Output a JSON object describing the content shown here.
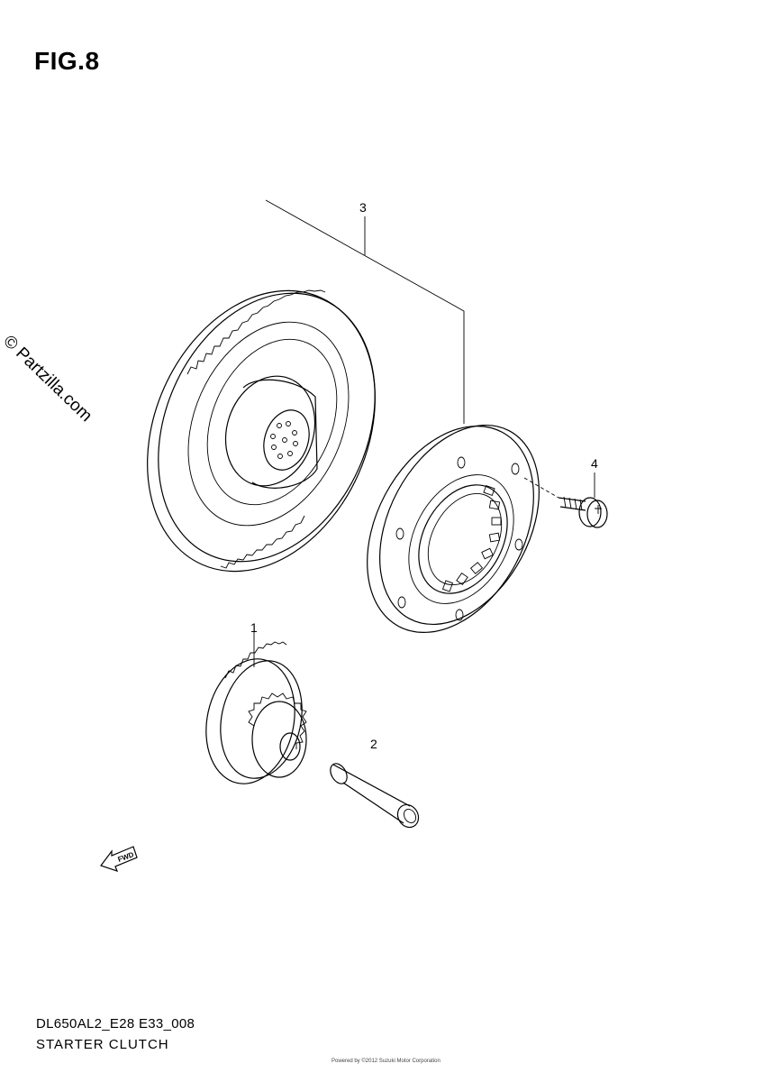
{
  "figure": {
    "title": "FIG.8"
  },
  "watermark": {
    "text": "© Partzilla.com"
  },
  "callouts": [
    {
      "id": "1",
      "label": "1"
    },
    {
      "id": "2",
      "label": "2"
    },
    {
      "id": "3",
      "label": "3"
    },
    {
      "id": "4",
      "label": "4"
    }
  ],
  "forward_arrow": {
    "label": "FWD"
  },
  "footer": {
    "model_code": "DL650AL2_E28 E33_008",
    "caption": "STARTER CLUTCH",
    "fine_print": "Powered by ©2012 Suzuki Motor Corporation"
  }
}
